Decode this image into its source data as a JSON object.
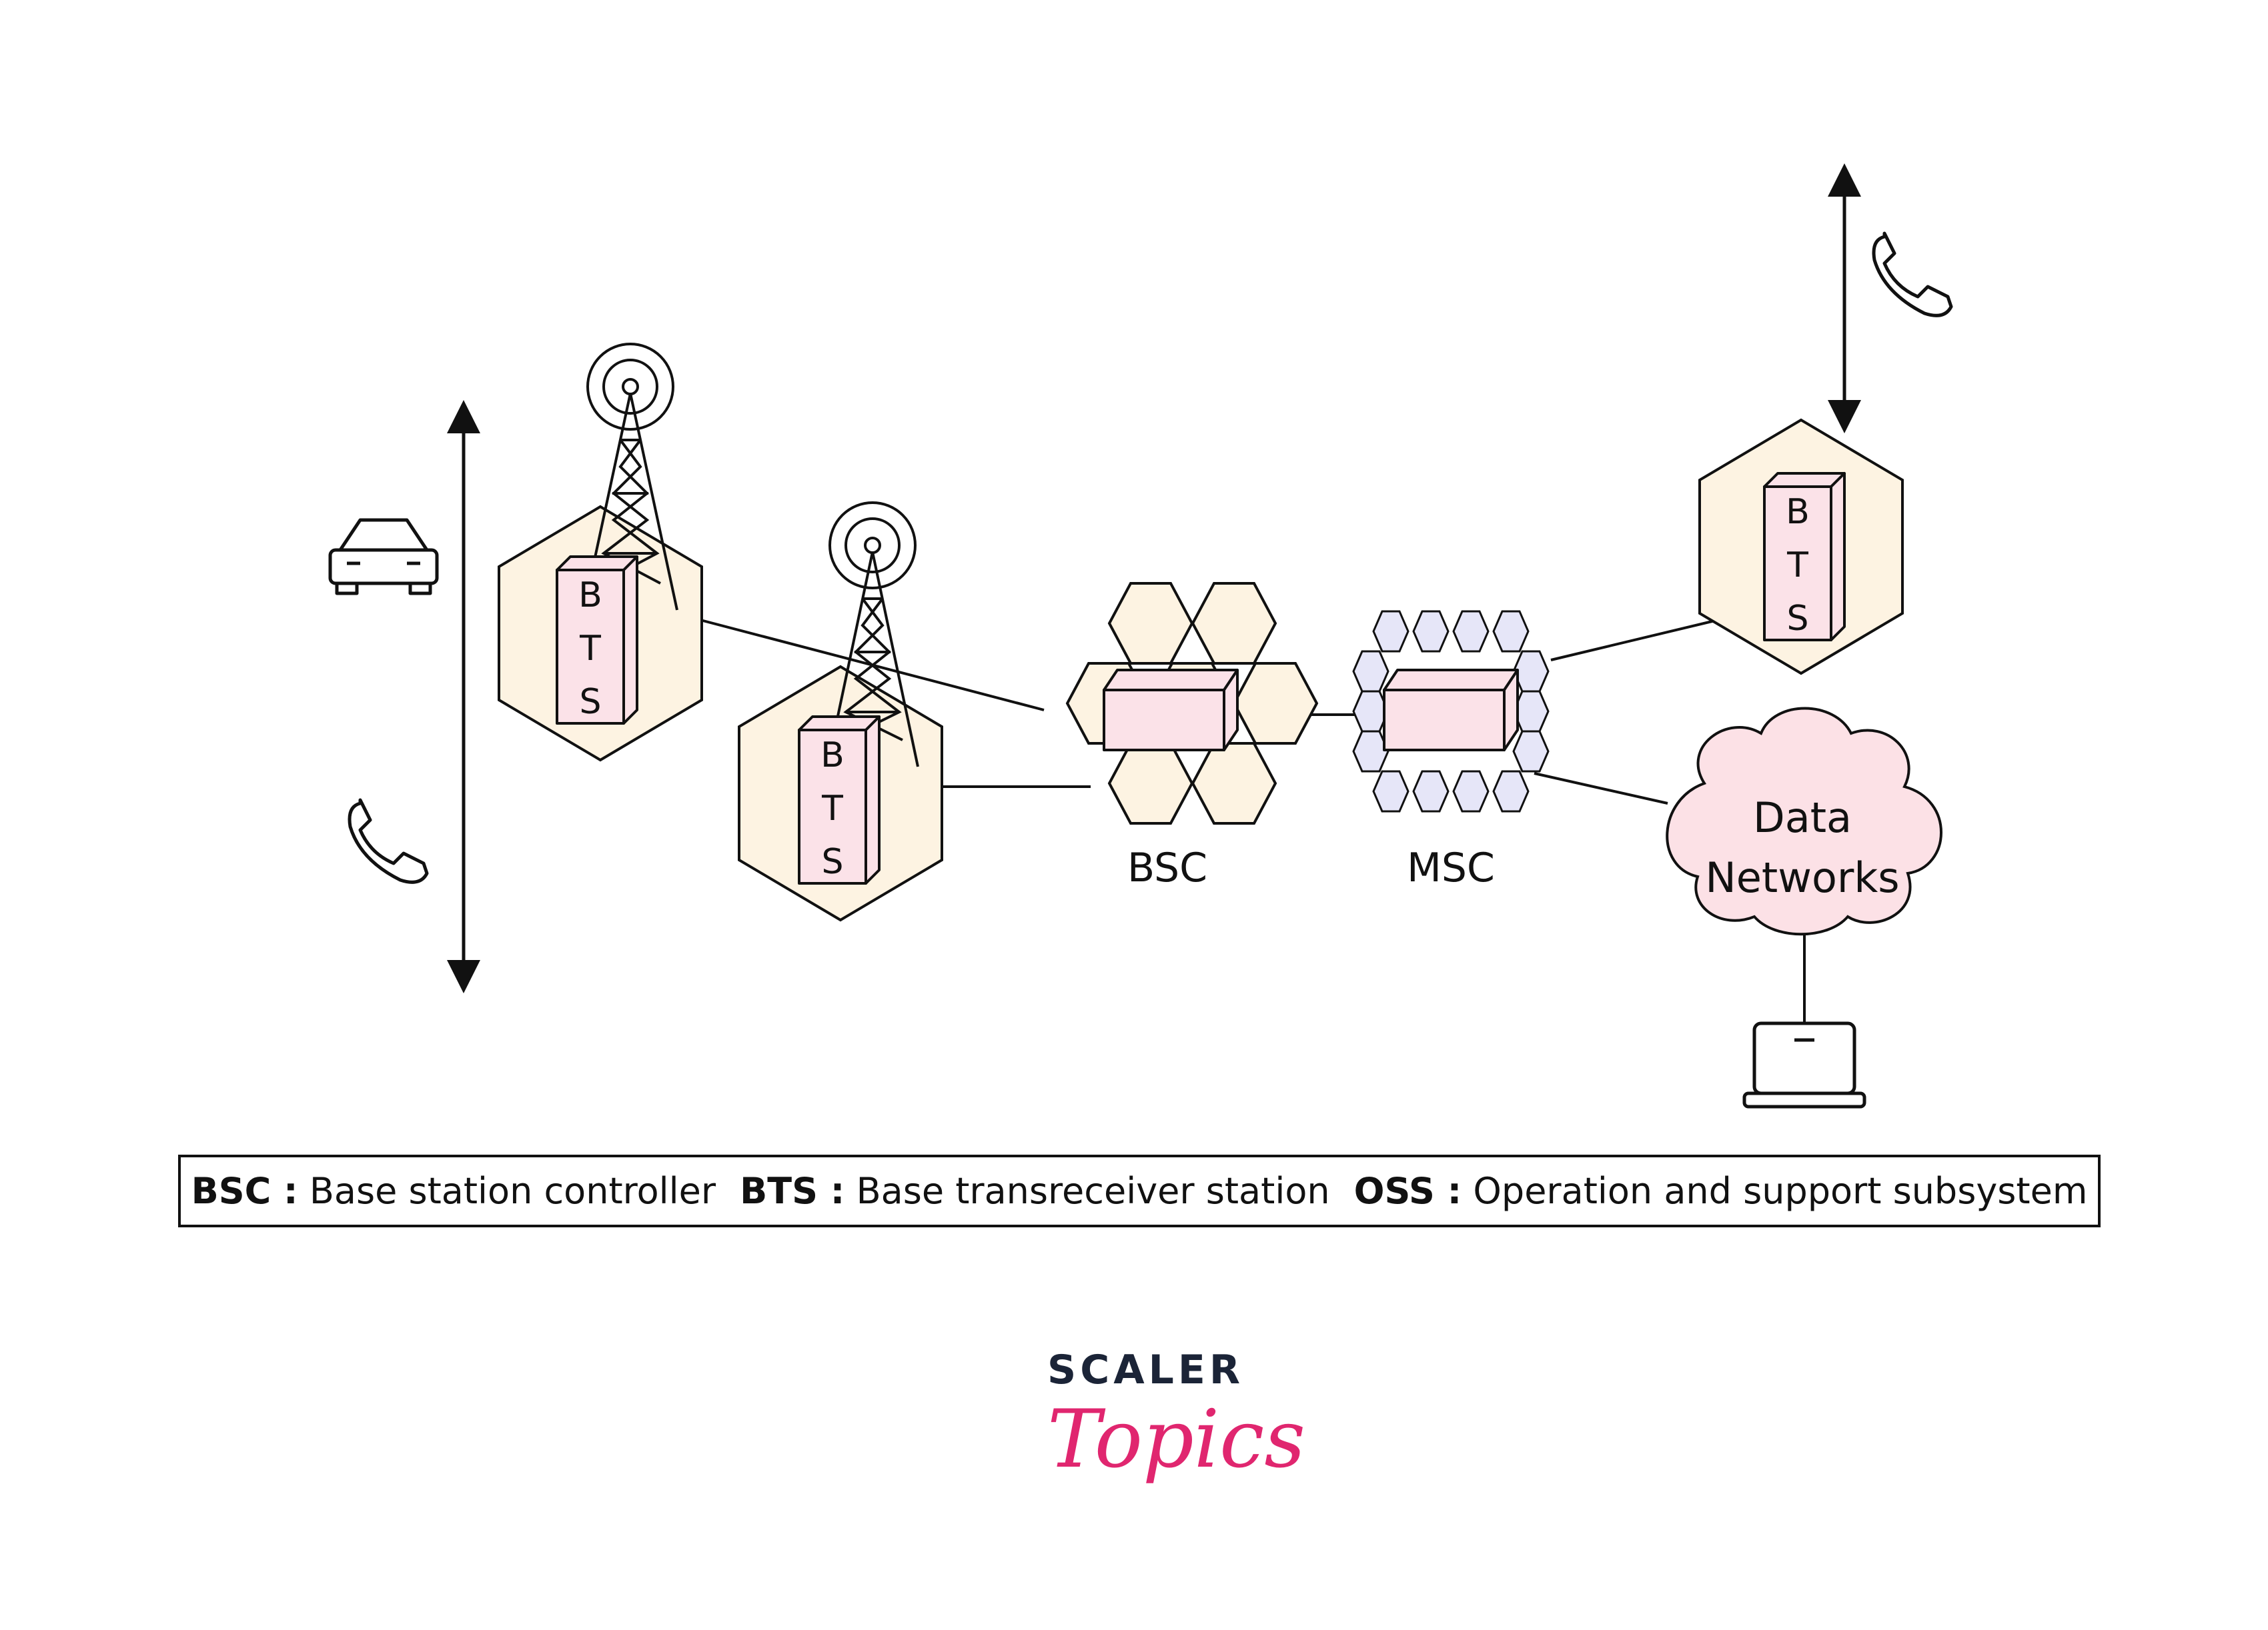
{
  "nodes": {
    "bts_1": {
      "letters": [
        "B",
        "T",
        "S"
      ]
    },
    "bts_2": {
      "letters": [
        "B",
        "T",
        "S"
      ]
    },
    "bts_3": {
      "letters": [
        "B",
        "T",
        "S"
      ]
    },
    "bsc": {
      "label": "BSC"
    },
    "msc": {
      "label": "MSC"
    },
    "data_networks": {
      "line1": "Data",
      "line2": "Networks"
    }
  },
  "legend": [
    {
      "key": "BSC :",
      "value": "Base station controller"
    },
    {
      "key": "BTS :",
      "value": "Base transreceiver station"
    },
    {
      "key": "OSS :",
      "value": "Operation and support subsystem"
    }
  ],
  "brand": {
    "top": "SCALER",
    "bottom": "Topics"
  },
  "icons": [
    "car-icon",
    "phone-icon",
    "antenna-tower-icon",
    "laptop-icon",
    "cloud-icon",
    "double-arrow-icon"
  ],
  "colors": {
    "hex_fill": "#fdf3e2",
    "box_fill": "#fbe2e8",
    "msc_cell_fill": "#e6e6f8",
    "cloud_fill": "#fce1e6",
    "brand_dark": "#1b2437",
    "brand_pink": "#e0266f"
  }
}
